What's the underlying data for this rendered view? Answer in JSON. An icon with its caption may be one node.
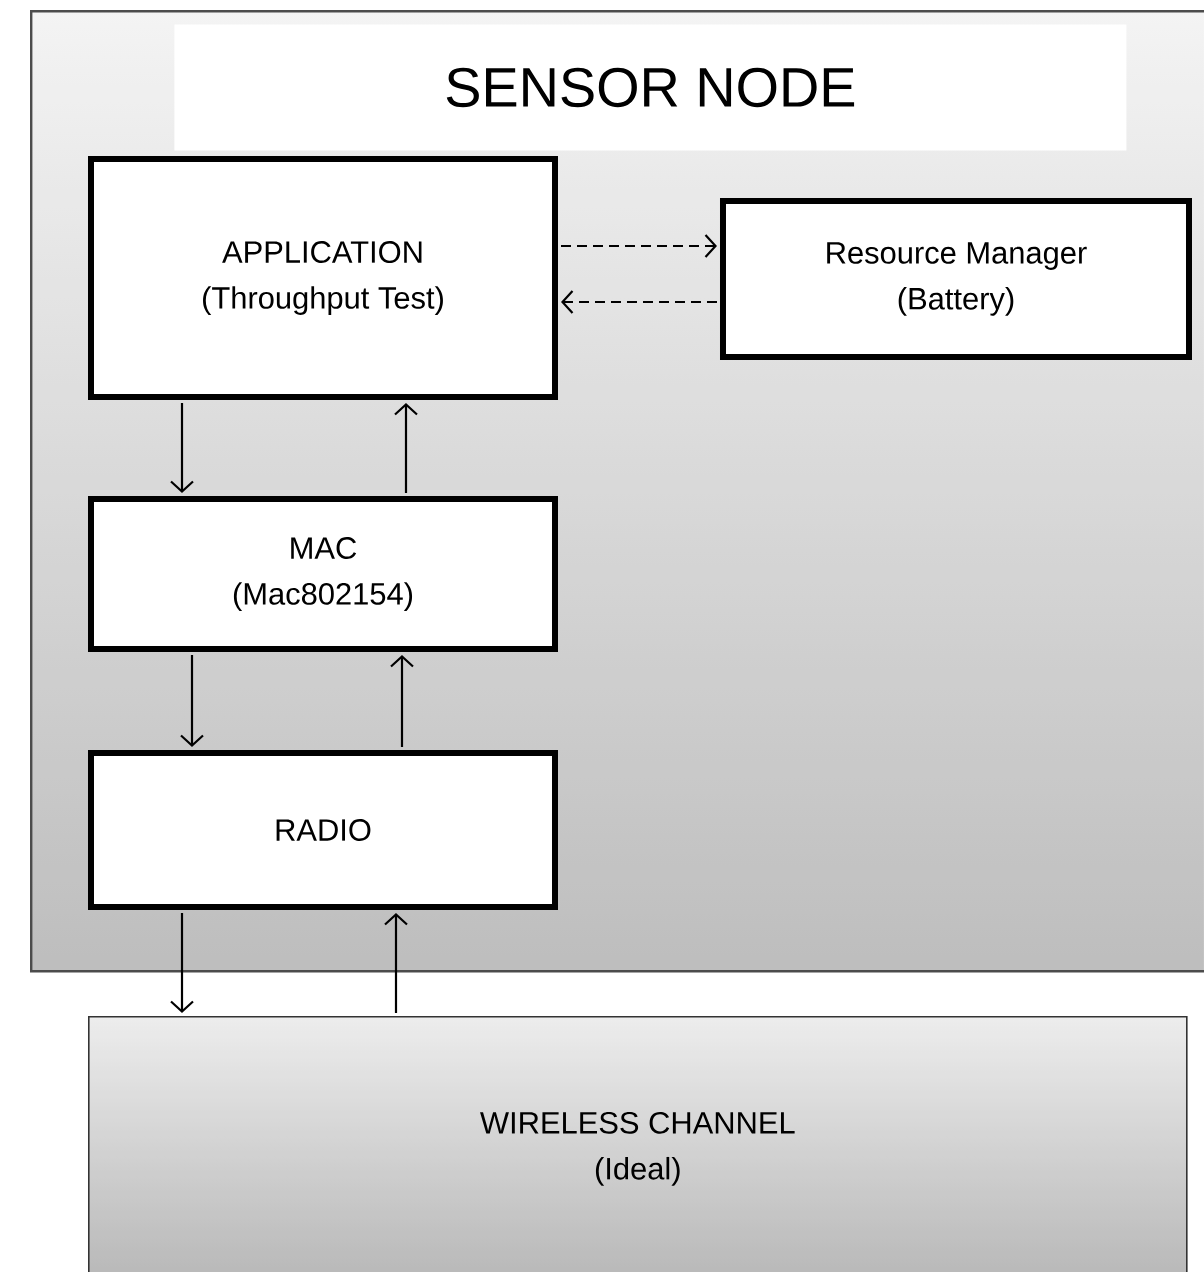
{
  "diagram": {
    "nodes": [
      {
        "text": [
          "SENSOR NODE"
        ]
      },
      {
        "text": [
          "APPLICATION",
          "(Throughput Test)"
        ],
        "in": 0
      },
      {
        "text": [
          "Resource Manager",
          "(Battery)"
        ],
        "in": 0
      },
      {
        "text": [
          "MAC",
          "(Mac802154)"
        ],
        "in": 0
      },
      {
        "text": [
          "RADIO"
        ],
        "in": 0
      },
      {
        "text": [
          "WIRELESS CHANNEL",
          "(Ideal)"
        ]
      }
    ],
    "edges": [
      {
        "from": 1,
        "to": 2,
        "arrow": "to",
        "style": "dashed"
      },
      {
        "from": 2,
        "to": 1,
        "arrow": "to",
        "style": "dashed"
      },
      {
        "from": 1,
        "to": 3,
        "arrow": "to"
      },
      {
        "from": 3,
        "to": 1,
        "arrow": "to"
      },
      {
        "from": 3,
        "to": 4,
        "arrow": "to"
      },
      {
        "from": 4,
        "to": 3,
        "arrow": "to"
      },
      {
        "from": 4,
        "to": 5,
        "arrow": "to"
      },
      {
        "from": 5,
        "to": 4,
        "arrow": "to"
      }
    ]
  }
}
